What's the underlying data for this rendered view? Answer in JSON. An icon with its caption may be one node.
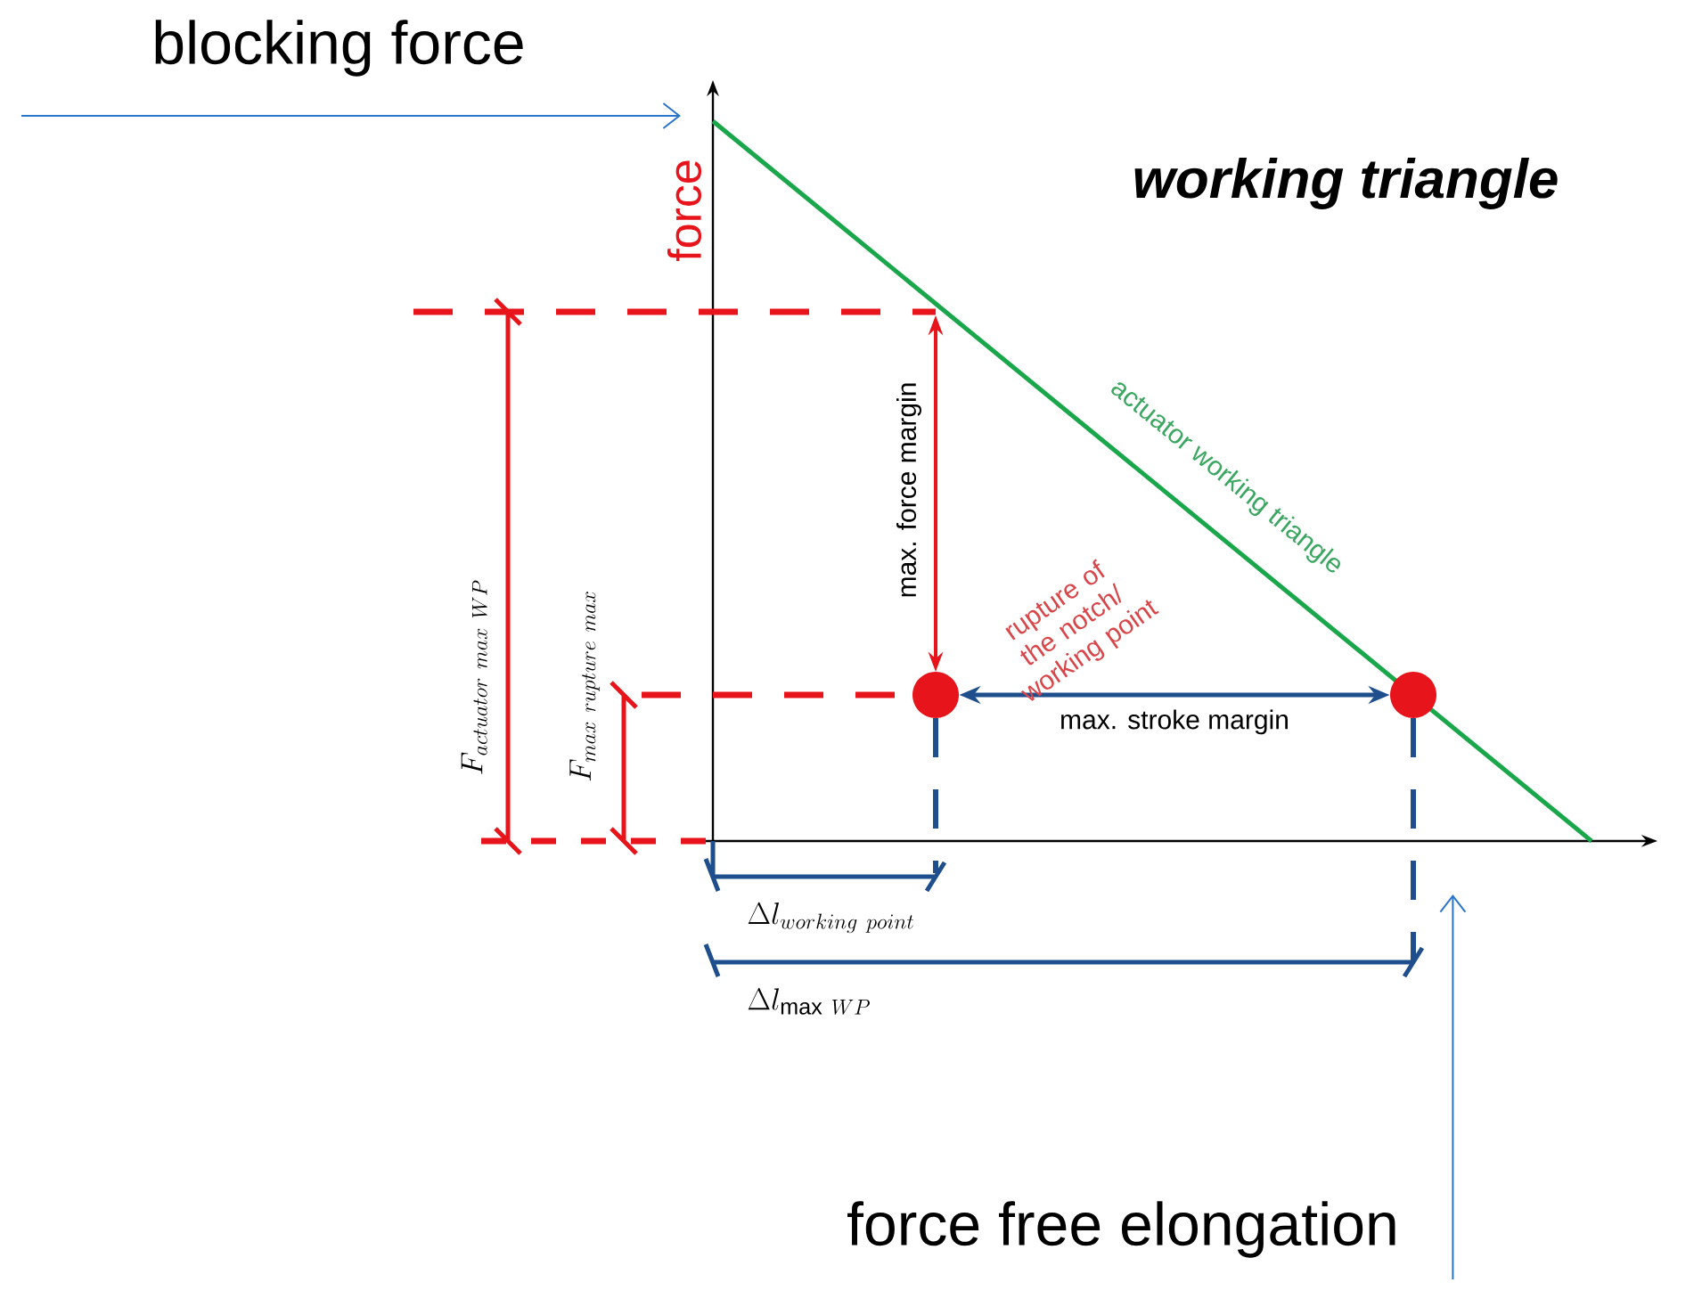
{
  "diagram": {
    "title": "working triangle",
    "nodes": [
      {
        "text": [
          "blocking force"
        ]
      },
      {
        "text": [
          "force free elongation"
        ]
      },
      {
        "text": [],
        "shape": "circle"
      },
      {
        "text": [],
        "shape": "circle"
      }
    ],
    "edges": [
      {
        "from": 0,
        "to": null,
        "arrow": "to"
      },
      {
        "from": 1,
        "to": null,
        "arrow": "to"
      },
      {
        "from": 2,
        "to": 3,
        "arrow": "both",
        "label": "max. stroke margin",
        "style": "thick",
        "color": "#1f4e8c"
      }
    ],
    "labels": [
      "force",
      "actuator working triangle",
      "max. force margin",
      "rupture of the notch/ working point",
      "F_{actuator\\ max\\ WP}",
      "F_{max\\ rupture\\ max}",
      "\\Delta l_{working\\ point}",
      "\\Delta l_{\\mathrm{max}\\ WP}"
    ]
  }
}
